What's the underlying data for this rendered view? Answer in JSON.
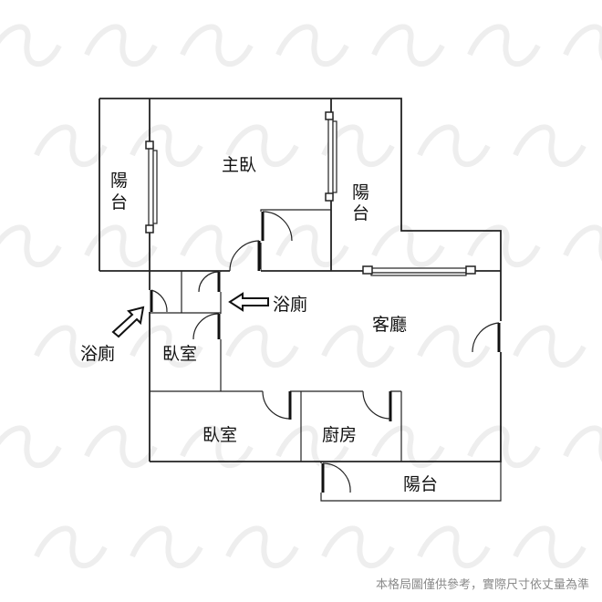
{
  "rooms": {
    "master_bedroom": "主臥",
    "balcony_left": "陽台",
    "balcony_right": "陽台",
    "balcony_bottom": "陽台",
    "living_room": "客廳",
    "bathroom_arrow_right": "浴廁",
    "bathroom_arrow_left": "浴廁",
    "bedroom_small": "臥室",
    "bedroom_large": "臥室",
    "kitchen": "廚房"
  },
  "disclaimer": "本格局圖僅供參考，實際尺寸依丈量為準",
  "colors": {
    "wall": "#222222",
    "watermark": "#eeeeee",
    "disclaimer": "#8a8a8a"
  }
}
